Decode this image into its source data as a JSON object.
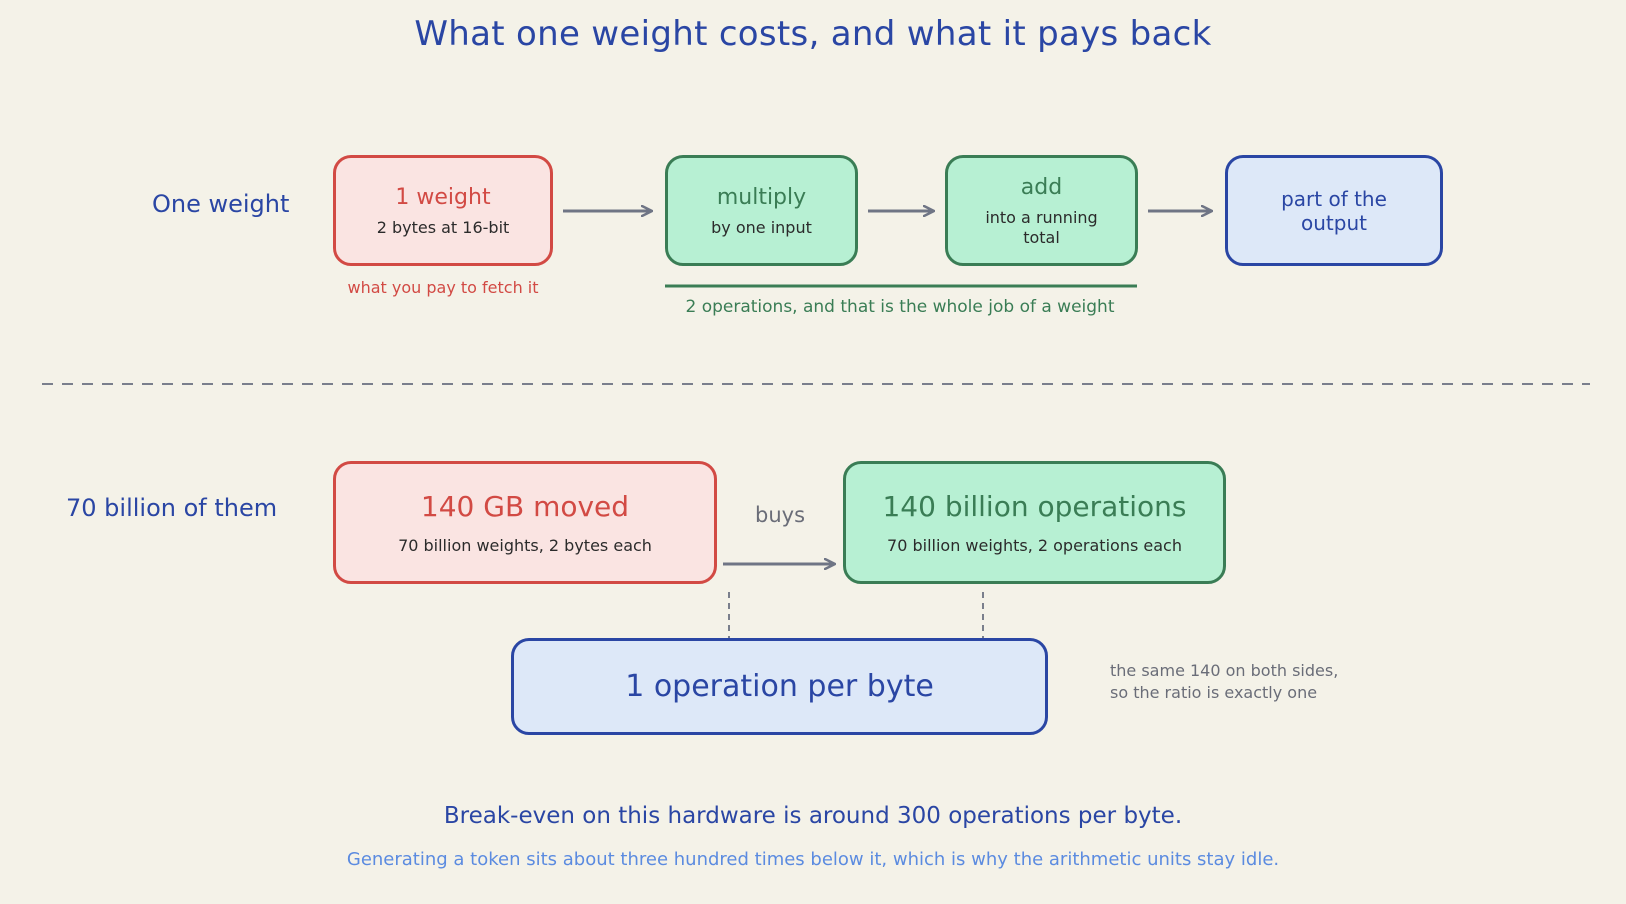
{
  "title": "What one weight costs, and what it pays back",
  "row1": {
    "label": "One weight",
    "weight_box": {
      "title": "1 weight",
      "sub": "2 bytes at 16-bit"
    },
    "weight_note": "what you pay to fetch it",
    "multiply_box": {
      "title": "multiply",
      "sub": "by one input"
    },
    "add_box": {
      "title": "add",
      "sub": "into a running total"
    },
    "output_box": {
      "title": "part of the output"
    },
    "ops_note": "2 operations, and that is the whole job of a weight"
  },
  "row2": {
    "label": "70 billion of them",
    "moved_box": {
      "title": "140 GB moved",
      "sub": "70 billion weights, 2 bytes each"
    },
    "buys_label": "buys",
    "ops_box": {
      "title": "140 billion operations",
      "sub": "70 billion weights, 2 operations each"
    },
    "ratio_box": {
      "title": "1 operation per byte"
    },
    "side_note_1": "the same 140 on both sides,",
    "side_note_2": "so the ratio is exactly one"
  },
  "footer": {
    "line1": "Break-even on this hardware is around 300 operations per byte.",
    "line2": "Generating a token sits about three hundred times below it, which is why the arithmetic units stay idle."
  },
  "colors": {
    "background": "#f4f2e8",
    "red": "#d24a44",
    "red_fill": "#fae4e2",
    "green": "#3a7d55",
    "green_fill": "#b7f0d3",
    "blue": "#2a46a4",
    "blue_fill": "#dde8f8",
    "arrow": "#6f7585",
    "footer_light": "#5b8be0"
  }
}
